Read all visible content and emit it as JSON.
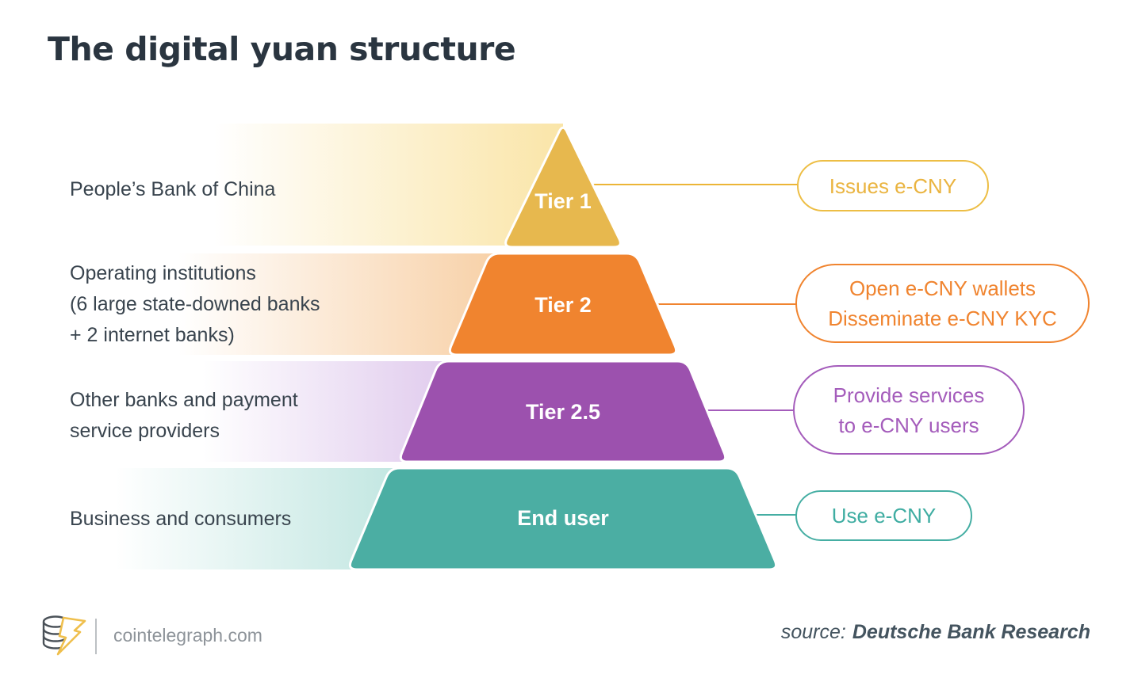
{
  "title": "The digital yuan structure",
  "tiers": [
    {
      "name": "Tier 1",
      "entity": "People’s Bank of China",
      "role": "Issues e-CNY",
      "color": "#e7b84e",
      "band_color": "#fae5a8",
      "line_color": "#ecb537",
      "bubble_color": "#eab440"
    },
    {
      "name": "Tier 2",
      "entity": "Operating institutions\n(6 large state-downed banks\n+ 2 internet banks)",
      "role": "Open e-CNY wallets\nDisseminate e-CNY KYC",
      "color": "#f0842f",
      "band_color": "#f6c795",
      "line_color": "#f0842f",
      "bubble_color": "#f0842f"
    },
    {
      "name": "Tier 2.5",
      "entity": "Other banks and payment\nservice providers",
      "role": "Provide services\nto e-CNY users",
      "color": "#9c51ae",
      "band_color": "#d2b3e5",
      "line_color": "#a45cbb",
      "bubble_color": "#a45cbb"
    },
    {
      "name": "End user",
      "entity": "Business and consumers",
      "role": "Use e-CNY",
      "color": "#4baea3",
      "band_color": "#9ed8d0",
      "line_color": "#45aea3",
      "bubble_color": "#3fada2"
    }
  ],
  "footer": {
    "brand": "cointelegraph.com",
    "source_label": "source:",
    "source_value": "Deutsche Bank Research"
  }
}
